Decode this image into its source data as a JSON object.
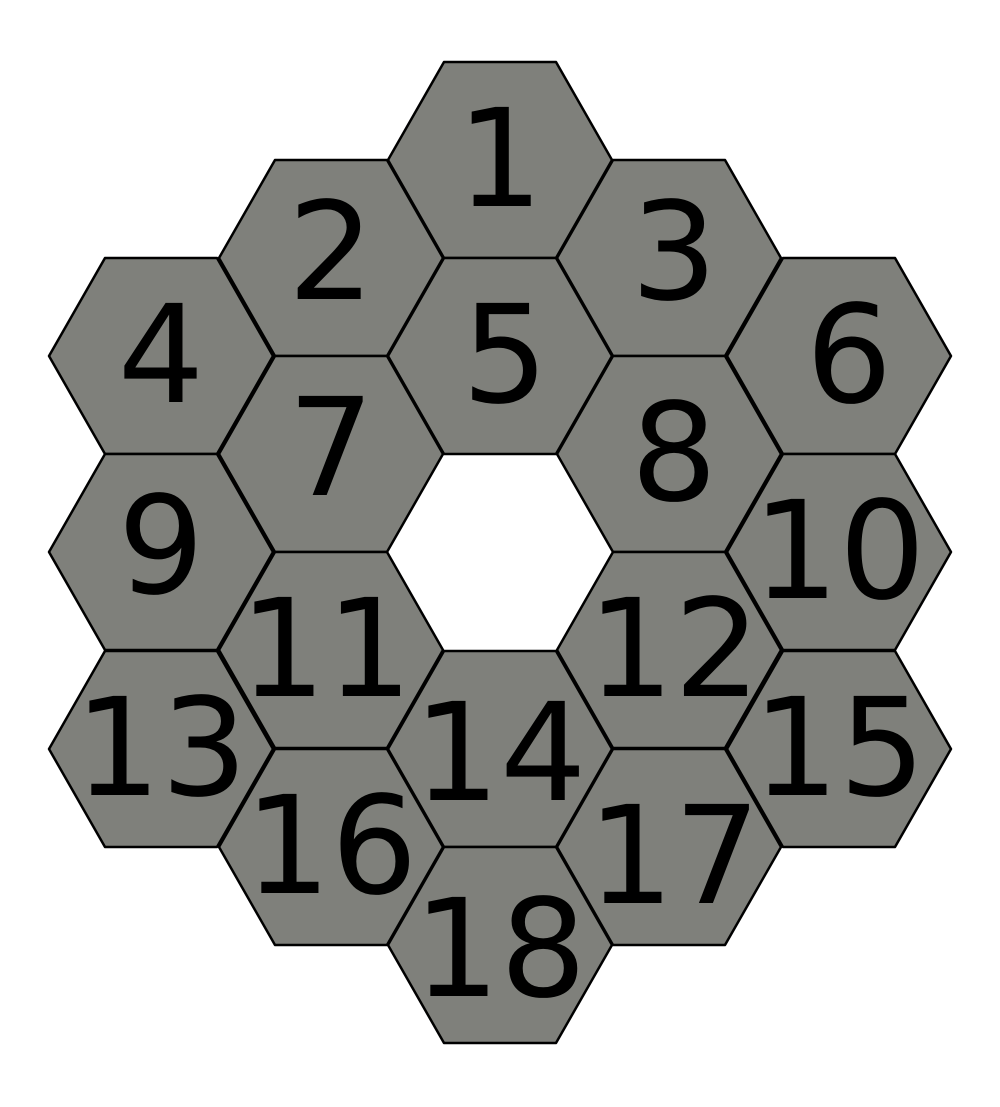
{
  "diagram": {
    "colors": {
      "segment_fill": "#7f807b",
      "segment_stroke": "#000000",
      "label_color": "#000000",
      "background": "#ffffff"
    },
    "segments": [
      {
        "label": "1"
      },
      {
        "label": "2"
      },
      {
        "label": "3"
      },
      {
        "label": "4"
      },
      {
        "label": "5"
      },
      {
        "label": "6"
      },
      {
        "label": "7"
      },
      {
        "label": "8"
      },
      {
        "label": "9"
      },
      {
        "label": "10"
      },
      {
        "label": "11"
      },
      {
        "label": "12"
      },
      {
        "label": "13"
      },
      {
        "label": "14"
      },
      {
        "label": "15"
      },
      {
        "label": "16"
      },
      {
        "label": "17"
      },
      {
        "label": "18"
      }
    ]
  }
}
